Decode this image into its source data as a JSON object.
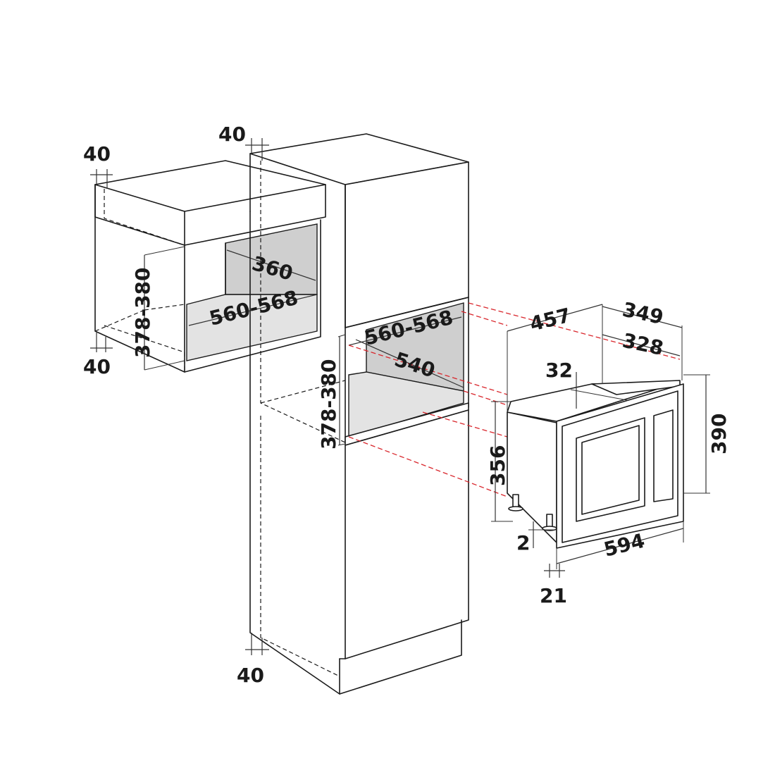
{
  "labels": {
    "left_top_gap": "40",
    "left_bottom_gap": "40",
    "left_depth": "360",
    "left_width": "560-568",
    "left_height": "378-380",
    "tall_top_gap": "40",
    "tall_bottom_gap": "40",
    "tall_width": "560-568",
    "tall_depth": "540",
    "tall_height": "378-380",
    "oven_depth_total": "457",
    "oven_width_top": "349",
    "oven_width_inner": "328",
    "oven_top_offset": "32",
    "oven_body_height": "356",
    "oven_front_height": "390",
    "oven_front_width": "594",
    "oven_foot_gap": "2",
    "oven_frame_depth": "21"
  },
  "colors": {
    "line": "#1a1a1a",
    "hidden_line": "#1a1a1a",
    "projection_line": "#d9262c",
    "niche_shading": "#cfcfcf"
  }
}
